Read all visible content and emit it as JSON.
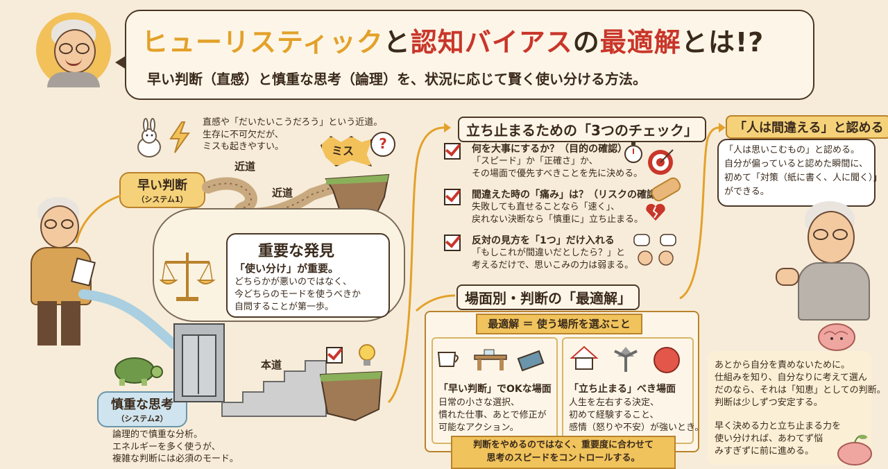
{
  "header": {
    "title_part1": "ヒューリスティック",
    "title_part2": "と",
    "title_part3": "認知",
    "title_part4": "バイアス",
    "title_part5": "の",
    "title_part6": "最適解",
    "title_part7": "とは!?",
    "subtitle": "早い判断（直感）と慎重な思考（論理）を、状況に応じて賢く使い分ける方法。"
  },
  "fast": {
    "tag_label": "早い判断",
    "tag_sub": "（システム1）",
    "note_line1": "直感や「だいたいこうだろう」という近道。",
    "note_line2": "生存に不可欠だが、",
    "note_line3": "ミスも起きやすい。",
    "path_label1": "近道",
    "path_label2": "近道",
    "miss_label": "ミス",
    "question": "?"
  },
  "slow": {
    "tag_label": "慎重な思考",
    "tag_sub": "（システム2）",
    "line1": "論理的で慎重な分析。",
    "line2": "エネルギーを多く使うが、",
    "line3": "複雑な判断には必須のモード。",
    "path_label": "本道"
  },
  "discovery": {
    "title": "重要な発見",
    "highlight": "「使い分け」が重要。",
    "line1": "どちらかが悪いのではなく、",
    "line2": "今どちらのモードを使うべきか",
    "line3": "自問することが第一歩。"
  },
  "checks": {
    "heading": "立ち止まるための「3つのチェック」",
    "items": [
      {
        "title": "何を大事にするか？（目的の確認）",
        "line1": "「スピード」か「正確さ」か、",
        "line2": "その場面で優先すべきことを先に決める。"
      },
      {
        "title": "間違えた時の「痛み」は？（リスクの確認）",
        "line1": "失敗しても直せることなら「速く」、",
        "line2": "戻れない決断なら「慎重に」立ち止まる。"
      },
      {
        "title": "反対の見方を「1つ」だけ入れる",
        "line1": "「もしこれが間違いだとしたら？」と",
        "line2": "考えるだけで、思いこみの力は弱まる。"
      }
    ]
  },
  "admit": {
    "heading": "「人は間違える」と認める",
    "line1": "「人は思いこむもの」と認める。",
    "line2": "自分が偏っていると認めた瞬間に、",
    "line3": "初めて「対策（紙に書く、人に聞く）」",
    "line4": "ができる。"
  },
  "scene": {
    "heading": "場面別・判断の「最適解」",
    "banner": "最適解 ＝ 使う場所を選ぶこと",
    "left": {
      "title": "「早い判断」でOKな場面",
      "line1": "日常の小さな選択、",
      "line2": "慣れた仕事、あとで修正が",
      "line3": "可能なアクション。"
    },
    "right": {
      "title": "「立ち止まる」べき場面",
      "line1": "人生を左右する決定、",
      "line2": "初めて経験すること、",
      "line3": "感情（怒りや不安）が強いとき。"
    },
    "bottom_line1": "判断をやめるのではなく、重要度に合わせて",
    "bottom_line2": "思考のスピードをコントロールする。"
  },
  "closing": {
    "line1": "あとから自分を責めないために。",
    "line2": "仕組みを知り、自分なりに考えて選ん",
    "line3": "だのなら、それは「知恵」としての判断。",
    "line4": "判断は少しずつ安定する。",
    "line5": "早く決める力と立ち止まる力を",
    "line6": "使い分ければ、あわてず悩",
    "line7": "みすぎずに前に進める。"
  },
  "icons": [
    "rabbit-icon",
    "lightning-icon",
    "turtle-icon",
    "scale-icon",
    "stopwatch-icon",
    "target-icon",
    "bandage-icon",
    "broken-heart-icon",
    "coffee-icon",
    "desk-icon",
    "eraser-icon",
    "house-icon",
    "crossroads-icon",
    "angry-face-icon",
    "brain-icon",
    "lightbulb-icon",
    "elevator-icon"
  ],
  "colors": {
    "accent_orange": "#e3a12a",
    "accent_red": "#c9362a",
    "paper": "#f7ecd9",
    "ink": "#3a2a1c"
  }
}
